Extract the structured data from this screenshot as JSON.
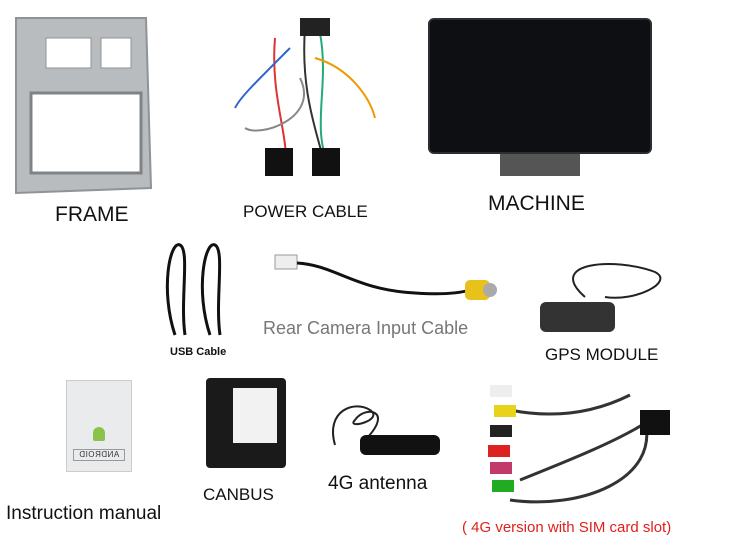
{
  "items": [
    {
      "label": "FRAME"
    },
    {
      "label": "POWER CABLE"
    },
    {
      "label": "MACHINE"
    },
    {
      "label": "USB Cable"
    },
    {
      "label": "Rear Camera Input Cable"
    },
    {
      "label": "GPS MODULE"
    },
    {
      "label": "Instruction manual"
    },
    {
      "label": "CANBUS"
    },
    {
      "label": "4G antenna"
    },
    {
      "label": "( 4G version with SIM card slot)"
    }
  ],
  "manual_cover_text": "ANDROID",
  "colors": {
    "note_red": "#e0201c",
    "frame_silver": "#b9bcbf",
    "screen": "#0d0f12"
  }
}
